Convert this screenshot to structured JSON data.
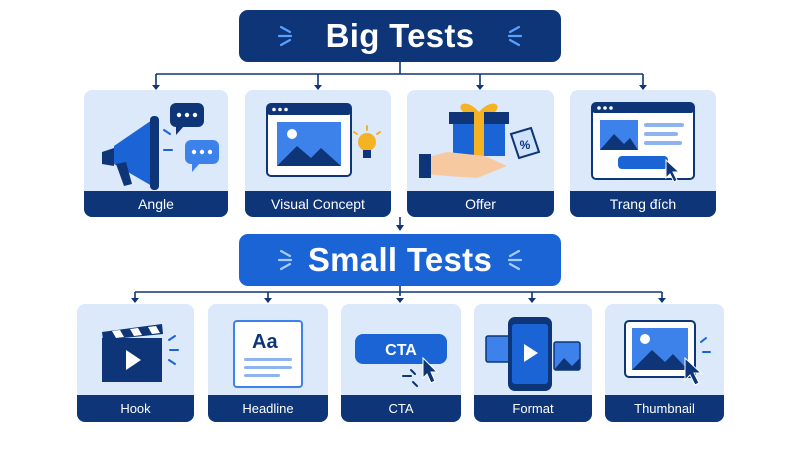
{
  "big_tests": {
    "title": "Big Tests",
    "items": [
      {
        "label": "Angle",
        "icon": "megaphone-icon"
      },
      {
        "label": "Visual Concept",
        "icon": "browser-image-icon"
      },
      {
        "label": "Offer",
        "icon": "gift-icon"
      },
      {
        "label": "Trang đích",
        "icon": "landing-page-icon"
      }
    ]
  },
  "small_tests": {
    "title": "Small Tests",
    "items": [
      {
        "label": "Hook",
        "icon": "clapperboard-icon"
      },
      {
        "label": "Headline",
        "icon": "headline-icon"
      },
      {
        "label": "CTA",
        "icon": "cta-button-icon"
      },
      {
        "label": "Format",
        "icon": "phone-format-icon"
      },
      {
        "label": "Thumbnail",
        "icon": "thumbnail-icon"
      }
    ]
  },
  "icon_text": {
    "headline": "Aa",
    "cta": "CTA",
    "percent": "%"
  },
  "colors": {
    "navy": "#0d3578",
    "blue": "#1a64d6",
    "card": "#dbe9fb"
  }
}
